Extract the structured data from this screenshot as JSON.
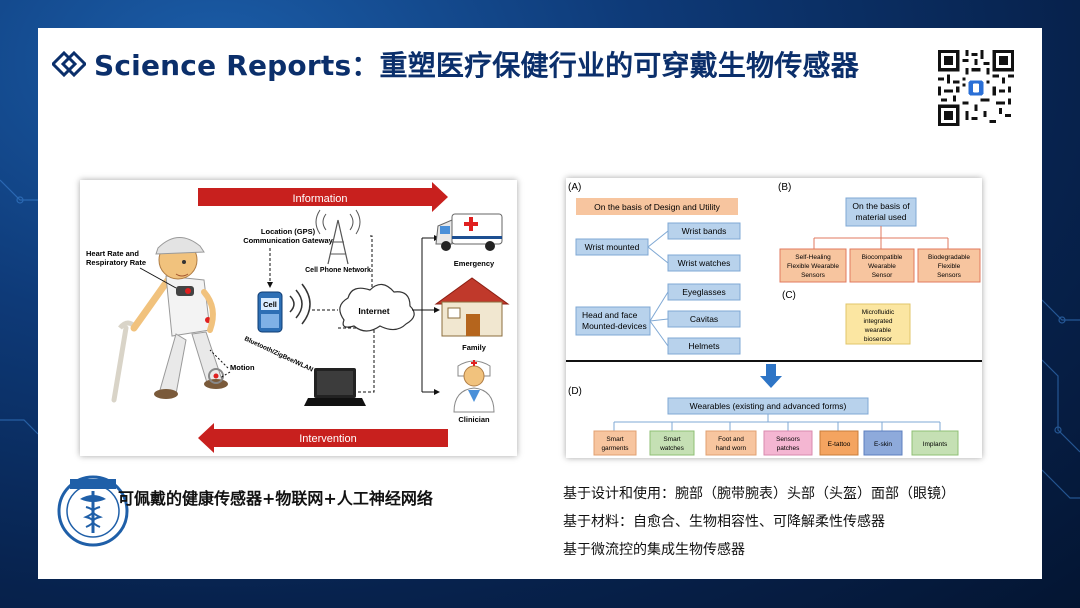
{
  "title": "Science Reports：重塑医疗保健行业的可穿戴生物传感器",
  "left_figure": {
    "information_label": "Information",
    "intervention_label": "Intervention",
    "heart_rate_label_1": "Heart Rate and",
    "heart_rate_label_2": "Respiratory Rate",
    "location_label_1": "Location (GPS)",
    "location_label_2": "Communication Gateway",
    "cell_phone_network_label": "Cell Phone Network",
    "cell_label": "Cell",
    "bluetooth_label": "Bluetooth/ZigBee/WLAN",
    "internet_label": "Internet",
    "motion_label": "Motion",
    "emergency_label": "Emergency",
    "family_label": "Family",
    "clinician_label": "Clinician"
  },
  "right_figure": {
    "label_a": "(A)",
    "label_b": "(B)",
    "label_c": "(C)",
    "label_d": "(D)",
    "design_utility": "On the basis of Design and Utility",
    "wrist_mounted": "Wrist mounted",
    "wrist_bands": "Wrist bands",
    "wrist_watches": "Wrist watches",
    "head_face_1": "Head and face",
    "head_face_2": "Mounted-devices",
    "eyeglasses": "Eyeglasses",
    "cavitas": "Cavitas",
    "helmets": "Helmets",
    "material_1": "On the basis of",
    "material_2": "material used",
    "self_healing_1": "Self-Healing",
    "self_healing_2": "Flexible Wearable",
    "self_healing_3": "Sensors",
    "biocompatible_1": "Biocompatible",
    "biocompatible_2": "Wearable",
    "biocompatible_3": "Sensor",
    "biodegradable_1": "Biodegradable",
    "biodegradable_2": "Flexible",
    "biodegradable_3": "Sensors",
    "microfluidic_1": "Microfluidic",
    "microfluidic_2": "integrated",
    "microfluidic_3": "wearable",
    "microfluidic_4": "biosensor",
    "wearables": "Wearables (existing and advanced forms)",
    "smart_garments_1": "Smart",
    "smart_garments_2": "garments",
    "smart_watches_1": "Smart",
    "smart_watches_2": "watches",
    "foot_hand_1": "Foot and",
    "foot_hand_2": "hand worn",
    "sensors_patches_1": "Sensors",
    "sensors_patches_2": "patches",
    "e_tattoo": "E-tattoo",
    "e_skin": "E-skin",
    "implants": "Implants"
  },
  "caption_left": "可佩戴的健康传感器+物联网+人工神经网络",
  "bullets": [
    "基于设计和使用：腕部（腕带腕表）头部（头盔）面部（眼镜）",
    "基于材料：自愈合、生物相容性、可降解柔性传感器",
    "基于微流控的集成生物传感器"
  ],
  "colors": {
    "title": "#0b2f6b",
    "arrow_red": "#c8201e",
    "box_orange": "#f7c59f",
    "box_blue": "#b8d2ec",
    "box_yellow": "#fbe6a2",
    "box_green": "#c5e0b4",
    "box_pink": "#f4b6d2",
    "box_deep_orange": "#f4a460",
    "box_deep_blue": "#8eaadb"
  },
  "icons": [
    "diamond-logo-icon",
    "qr-code-icon",
    "university-seal-icon",
    "ambulance-icon",
    "house-icon",
    "clinician-icon",
    "laptop-icon",
    "cell-phone-icon",
    "antenna-icon",
    "internet-cloud-icon"
  ]
}
